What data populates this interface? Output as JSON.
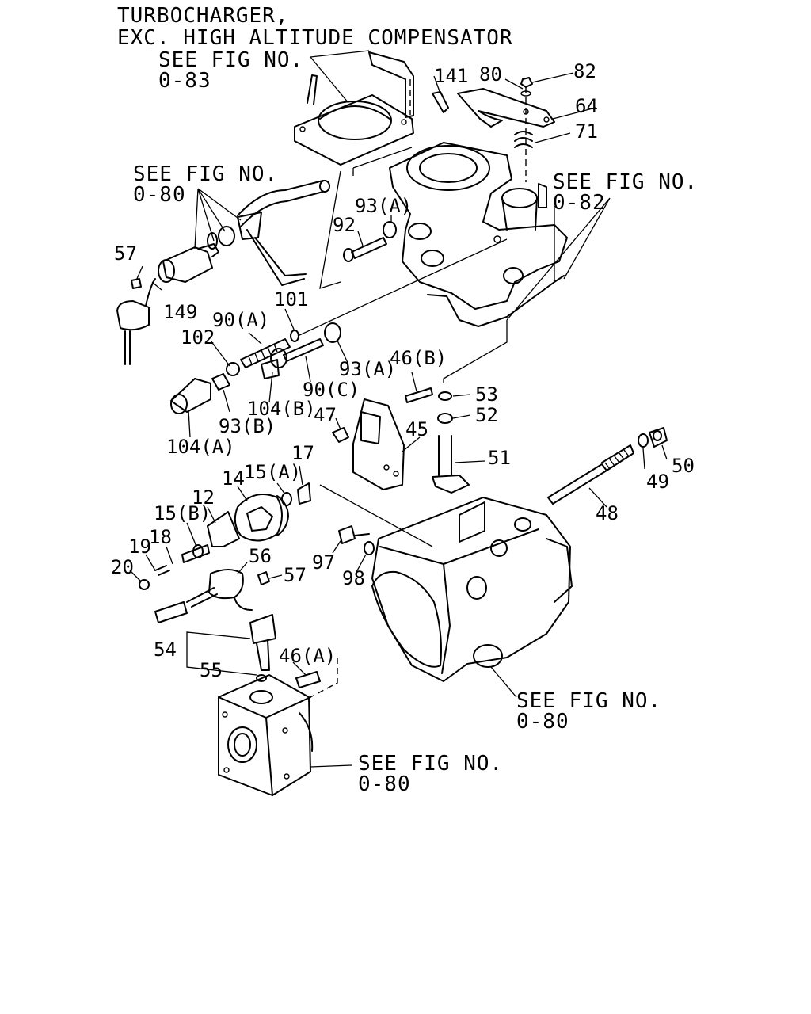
{
  "title": {
    "line1": "TURBOCHARGER,",
    "line2": "EXC. HIGH ALTITUDE COMPENSATOR"
  },
  "references": [
    {
      "id": "ref-0-83",
      "line1": "SEE FIG NO.",
      "line2": "0-83"
    },
    {
      "id": "ref-0-80-left",
      "line1": "SEE FIG NO.",
      "line2": "0-80"
    },
    {
      "id": "ref-0-82",
      "line1": "SEE FIG NO.",
      "line2": "0-82"
    },
    {
      "id": "ref-0-80-right",
      "line1": "SEE FIG NO.",
      "line2": "0-80"
    },
    {
      "id": "ref-0-80-bottom",
      "line1": "SEE FIG NO.",
      "line2": "0-80"
    }
  ],
  "parts": [
    "141",
    "80",
    "82",
    "64",
    "71",
    "93(A)",
    "92",
    "57",
    "149",
    "101",
    "90(A)",
    "102",
    "93(A)",
    "46(B)",
    "53",
    "52",
    "47",
    "45",
    "51",
    "104(B)",
    "90(C)",
    "93(B)",
    "104(A)",
    "17",
    "15(A)",
    "14",
    "12",
    "15(B)",
    "18",
    "19",
    "20",
    "56",
    "57",
    "97",
    "98",
    "50",
    "49",
    "48",
    "54",
    "55",
    "46(A)"
  ]
}
